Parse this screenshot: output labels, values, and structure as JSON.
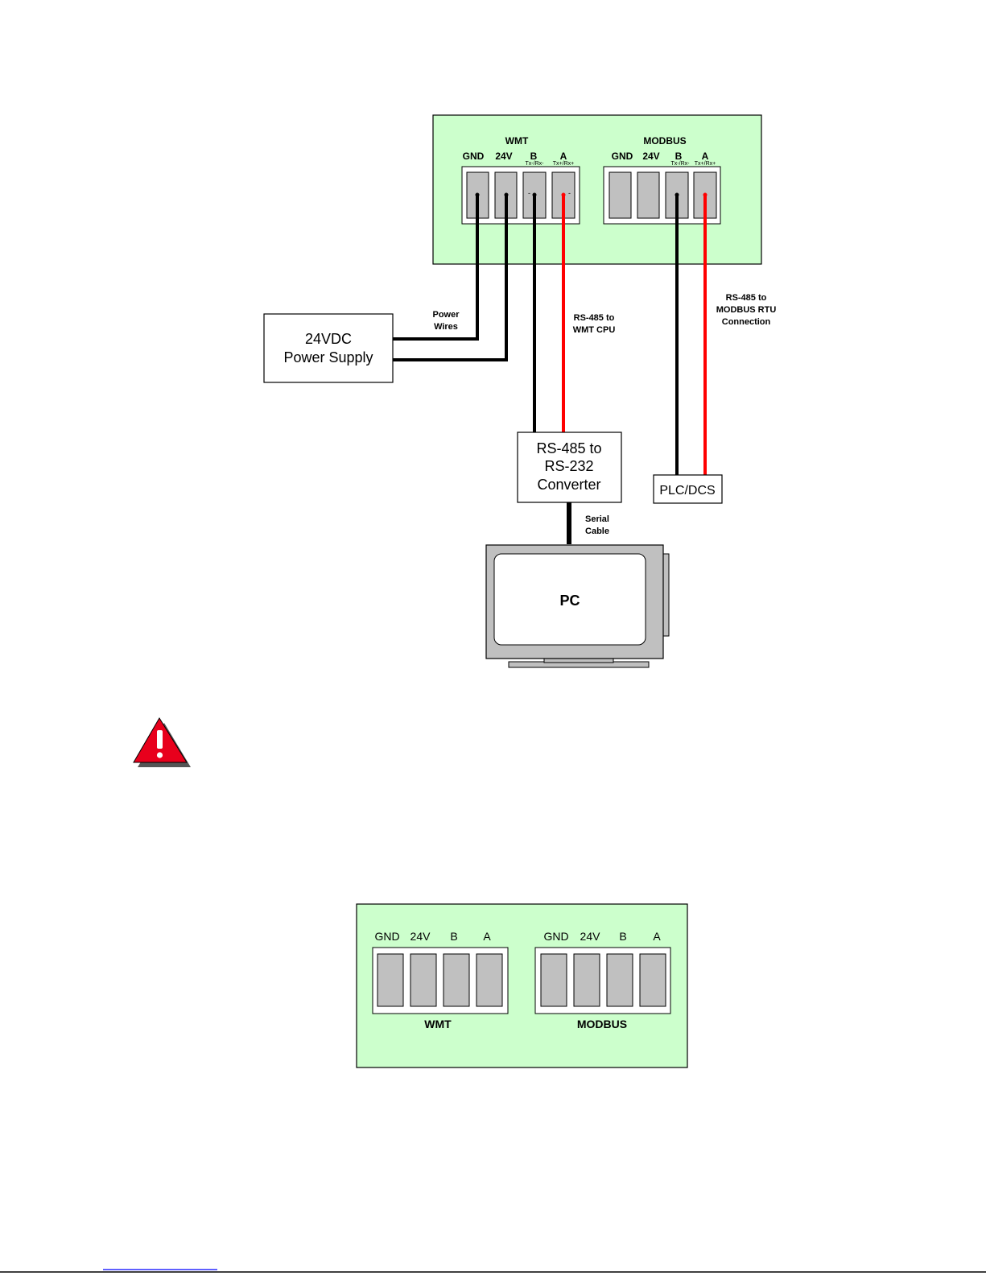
{
  "top_panel": {
    "wmt_header": "WMT",
    "modbus_header": "MODBUS",
    "wmt_terminals": [
      {
        "label": "GND",
        "sub": ""
      },
      {
        "label": "24V",
        "sub": ""
      },
      {
        "label": "B",
        "sub": "Tx-/Rx-"
      },
      {
        "label": "A",
        "sub": "Tx+/Rx+"
      }
    ],
    "modbus_terminals": [
      {
        "label": "GND",
        "sub": ""
      },
      {
        "label": "24V",
        "sub": ""
      },
      {
        "label": "B",
        "sub": "Tx-/Rx-"
      },
      {
        "label": "A",
        "sub": "Tx+/Rx+"
      }
    ],
    "polarity_b": "-",
    "polarity_a": "-"
  },
  "power_supply": {
    "line1": "24VDC",
    "line2": "Power Supply"
  },
  "power_wires_label": {
    "line1": "Power",
    "line2": "Wires"
  },
  "rs485_wmt_label": {
    "line1": "RS-485 to",
    "line2": "WMT CPU"
  },
  "rs485_modbus_label": {
    "line1": "RS-485 to",
    "line2": "MODBUS RTU",
    "line3": "Connection"
  },
  "converter": {
    "line1": "RS-485 to",
    "line2": "RS-232",
    "line3": "Converter"
  },
  "plc": {
    "label": "PLC/DCS"
  },
  "serial_cable_label": {
    "line1": "Serial",
    "line2": "Cable"
  },
  "pc": {
    "label": "PC"
  },
  "bottom_panel": {
    "wmt_terminals": [
      "GND",
      "24V",
      "B",
      "A"
    ],
    "modbus_terminals": [
      "GND",
      "24V",
      "B",
      "A"
    ],
    "wmt_label": "WMT",
    "modbus_label": "MODBUS"
  },
  "colors": {
    "panel": "#ccffcc",
    "terminal": "#c0c0c0",
    "wire_black": "#000000",
    "wire_red": "#ff0000",
    "warning_red": "#e8001c",
    "footer_line": "#0000ff"
  }
}
